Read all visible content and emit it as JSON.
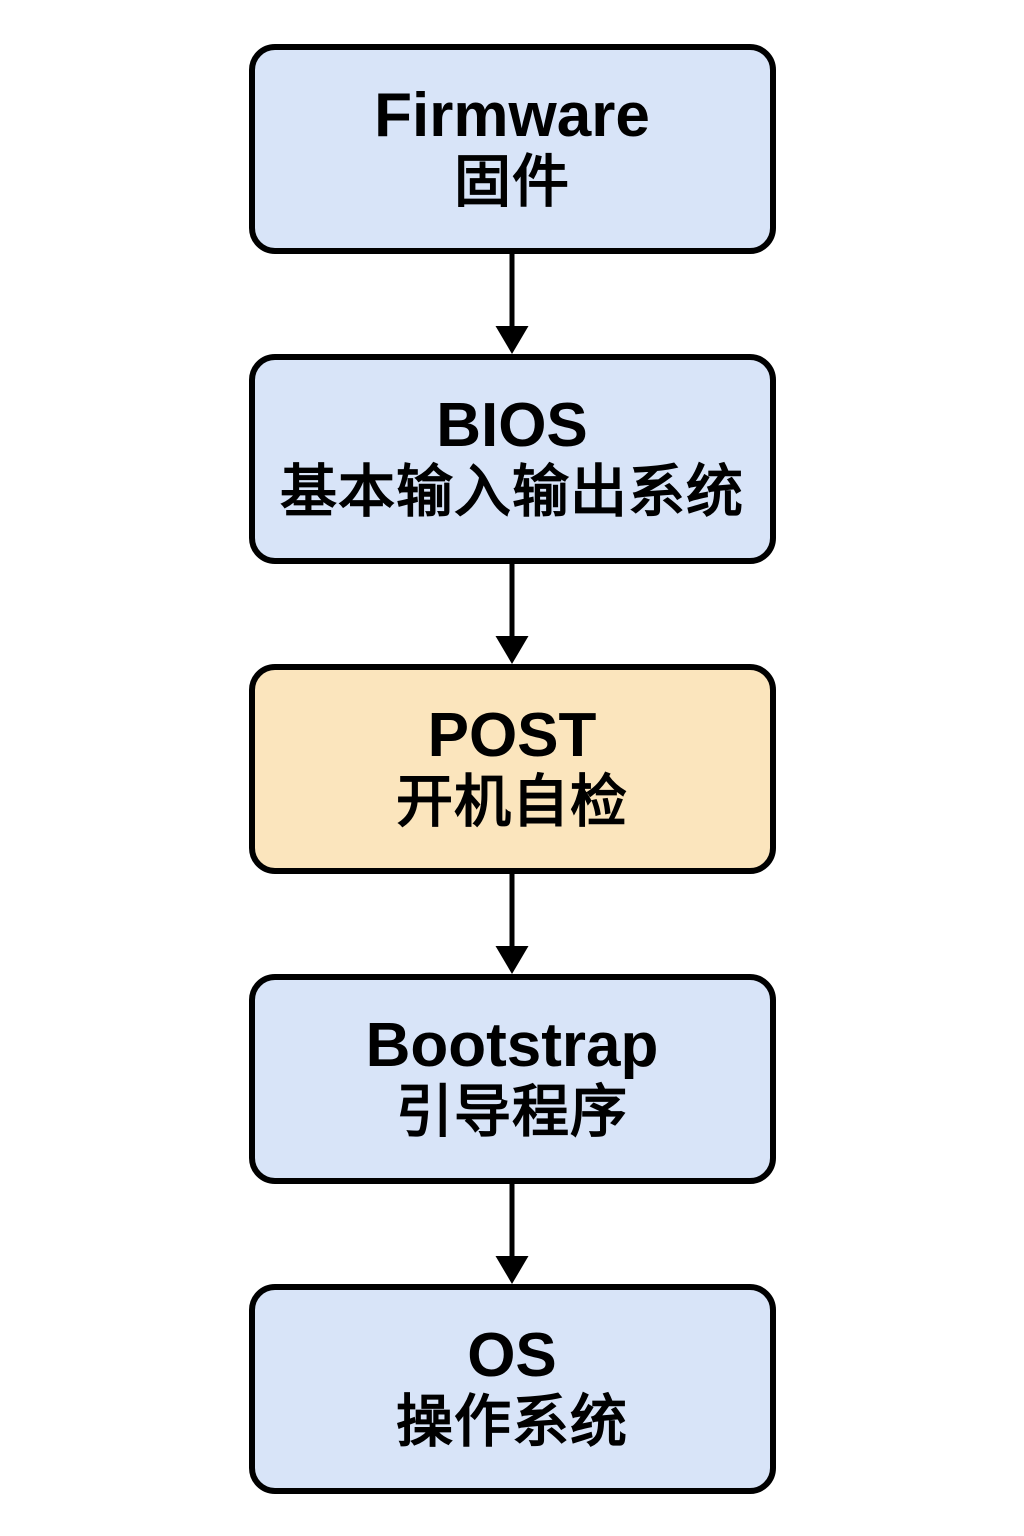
{
  "diagram": {
    "nodes": [
      {
        "id": "firmware",
        "title": "Firmware",
        "subtitle": "固件",
        "fill": "#d8e4f8"
      },
      {
        "id": "bios",
        "title": "BIOS",
        "subtitle": "基本输入输出系统",
        "fill": "#d8e4f8"
      },
      {
        "id": "post",
        "title": "POST",
        "subtitle": "开机自检",
        "fill": "#fbe5bd"
      },
      {
        "id": "bootstrap",
        "title": "Bootstrap",
        "subtitle": "引导程序",
        "fill": "#d8e4f8"
      },
      {
        "id": "os",
        "title": "OS",
        "subtitle": "操作系统",
        "fill": "#d8e4f8"
      }
    ],
    "colors": {
      "node_blue": "#d8e4f8",
      "node_orange": "#fbe5bd",
      "border": "#000000",
      "arrow": "#000000",
      "background": "#ffffff"
    }
  }
}
